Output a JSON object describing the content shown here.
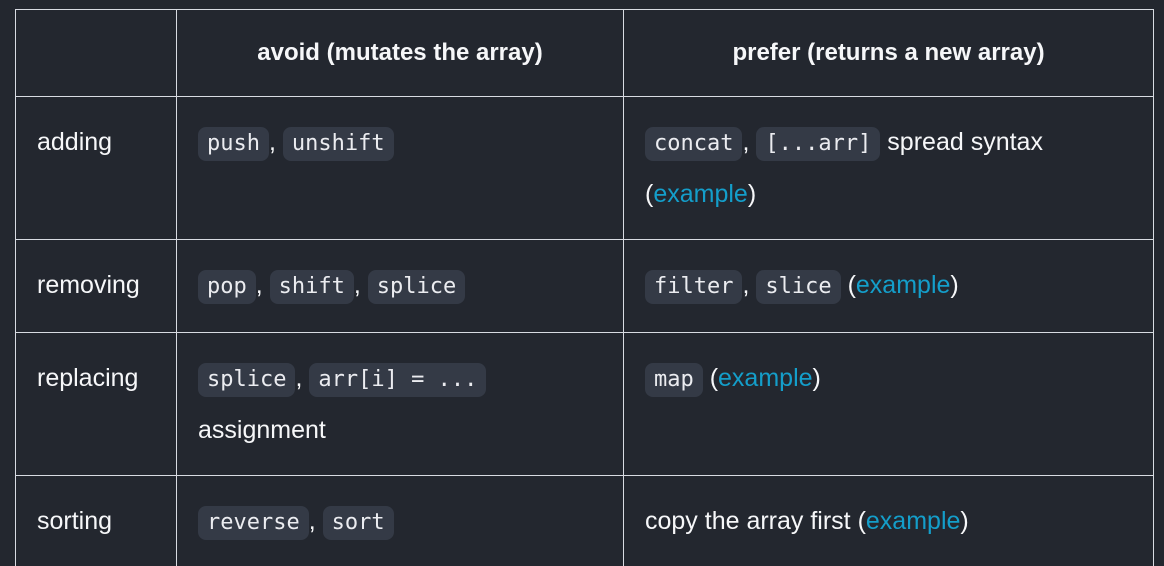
{
  "colors": {
    "page_background": "#23272F",
    "table_border": "#D8DBE2",
    "body_text": "#F6F7F9",
    "inline_code_background": "#343A46",
    "inline_code_text": "#EBECF0",
    "link_blue": "#149ECA"
  },
  "table": {
    "headers": [
      {
        "label": ""
      },
      {
        "label": "avoid (mutates the array)"
      },
      {
        "label": "prefer (returns a new array)"
      }
    ],
    "rows": [
      {
        "label": "adding",
        "avoid": [
          {
            "t": "code",
            "v": "push"
          },
          {
            "t": "text",
            "v": ", "
          },
          {
            "t": "code",
            "v": "unshift"
          }
        ],
        "prefer": [
          {
            "t": "code",
            "v": "concat"
          },
          {
            "t": "text",
            "v": ", "
          },
          {
            "t": "code",
            "v": "[...arr]"
          },
          {
            "t": "text",
            "v": " spread syntax ("
          },
          {
            "t": "link",
            "v": "example"
          },
          {
            "t": "text",
            "v": ")"
          }
        ]
      },
      {
        "label": "removing",
        "avoid": [
          {
            "t": "code",
            "v": "pop"
          },
          {
            "t": "text",
            "v": ", "
          },
          {
            "t": "code",
            "v": "shift"
          },
          {
            "t": "text",
            "v": ", "
          },
          {
            "t": "code",
            "v": "splice"
          }
        ],
        "prefer": [
          {
            "t": "code",
            "v": "filter"
          },
          {
            "t": "text",
            "v": ", "
          },
          {
            "t": "code",
            "v": "slice"
          },
          {
            "t": "text",
            "v": " ("
          },
          {
            "t": "link",
            "v": "example"
          },
          {
            "t": "text",
            "v": ")"
          }
        ]
      },
      {
        "label": "replacing",
        "avoid": [
          {
            "t": "code",
            "v": "splice"
          },
          {
            "t": "text",
            "v": ", "
          },
          {
            "t": "code",
            "v": "arr[i] = ..."
          },
          {
            "t": "text",
            "v": " assignment"
          }
        ],
        "prefer": [
          {
            "t": "code",
            "v": "map"
          },
          {
            "t": "text",
            "v": " ("
          },
          {
            "t": "link",
            "v": "example"
          },
          {
            "t": "text",
            "v": ")"
          }
        ]
      },
      {
        "label": "sorting",
        "avoid": [
          {
            "t": "code",
            "v": "reverse"
          },
          {
            "t": "text",
            "v": ", "
          },
          {
            "t": "code",
            "v": "sort"
          }
        ],
        "prefer": [
          {
            "t": "text",
            "v": "copy the array first ("
          },
          {
            "t": "link",
            "v": "example"
          },
          {
            "t": "text",
            "v": ")"
          }
        ]
      }
    ]
  }
}
